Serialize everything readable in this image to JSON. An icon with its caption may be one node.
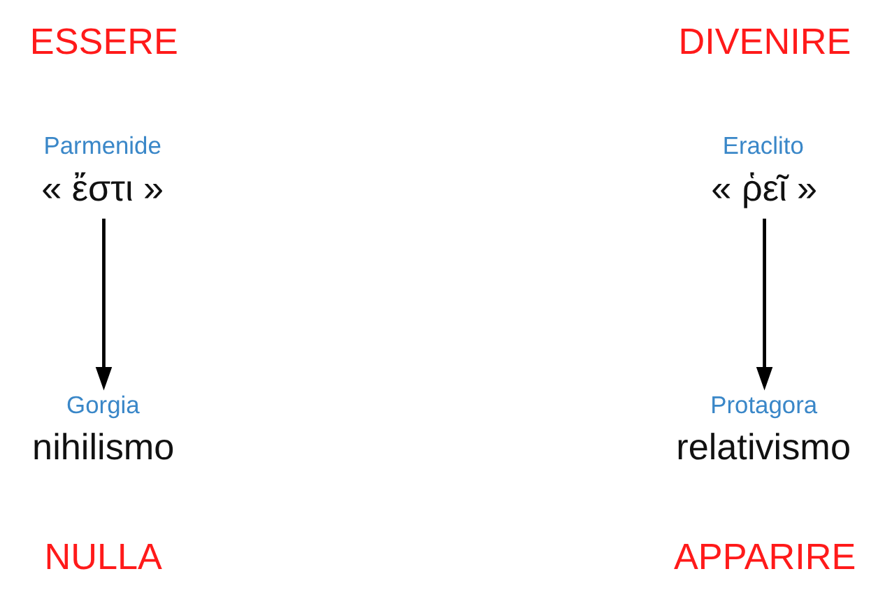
{
  "diagram": {
    "nodes": [
      {
        "text": [
          "Parmenide",
          "« ἔστι »"
        ]
      },
      {
        "text": [
          "Gorgia",
          "nihilismo"
        ]
      },
      {
        "text": [
          "Eraclito",
          "« ῥεῖ »"
        ]
      },
      {
        "text": [
          "Protagora",
          "relativismo"
        ]
      }
    ],
    "edges": [
      {
        "from": 0,
        "to": 1,
        "arrow": "to"
      },
      {
        "from": 2,
        "to": 3,
        "arrow": "to"
      }
    ],
    "labels": [
      "ESSERE",
      "DIVENIRE",
      "NULLA",
      "APPARIRE"
    ]
  }
}
